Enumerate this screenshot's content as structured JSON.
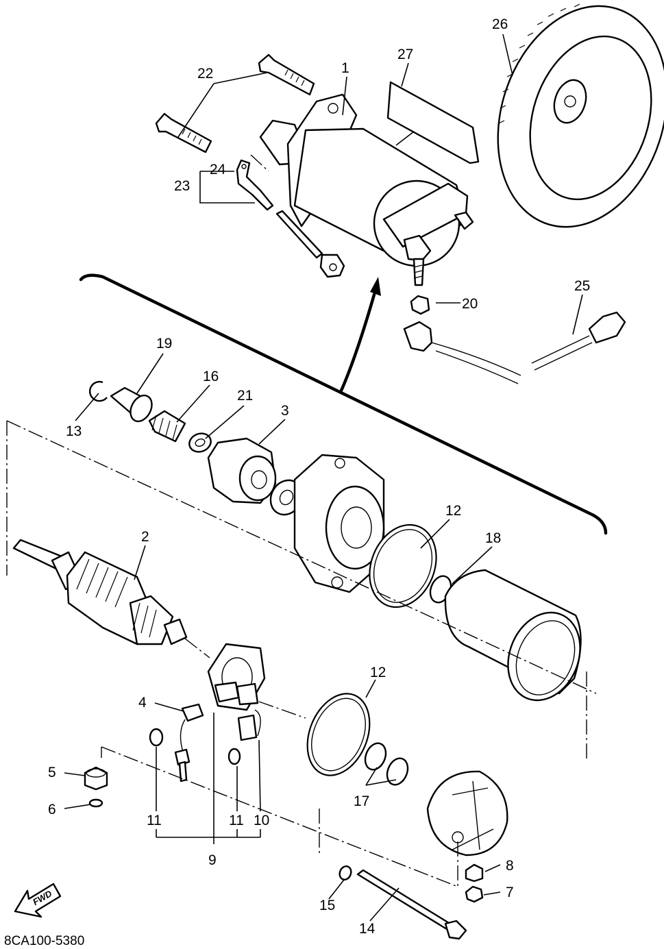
{
  "diagram_code": "8CA100-5380",
  "direction_label": "FWD",
  "callouts": [
    {
      "id": "c1",
      "text": "1"
    },
    {
      "id": "c2",
      "text": "2"
    },
    {
      "id": "c3",
      "text": "3"
    },
    {
      "id": "c4",
      "text": "4"
    },
    {
      "id": "c5",
      "text": "5"
    },
    {
      "id": "c6",
      "text": "6"
    },
    {
      "id": "c7",
      "text": "7"
    },
    {
      "id": "c8",
      "text": "8"
    },
    {
      "id": "c9",
      "text": "9"
    },
    {
      "id": "c10",
      "text": "10"
    },
    {
      "id": "c11a",
      "text": "11"
    },
    {
      "id": "c11b",
      "text": "11"
    },
    {
      "id": "c12a",
      "text": "12"
    },
    {
      "id": "c12b",
      "text": "12"
    },
    {
      "id": "c13",
      "text": "13"
    },
    {
      "id": "c14",
      "text": "14"
    },
    {
      "id": "c15",
      "text": "15"
    },
    {
      "id": "c16",
      "text": "16"
    },
    {
      "id": "c17",
      "text": "17"
    },
    {
      "id": "c18",
      "text": "18"
    },
    {
      "id": "c19",
      "text": "19"
    },
    {
      "id": "c20",
      "text": "20"
    },
    {
      "id": "c21",
      "text": "21"
    },
    {
      "id": "c22",
      "text": "22"
    },
    {
      "id": "c23",
      "text": "23"
    },
    {
      "id": "c24",
      "text": "24"
    },
    {
      "id": "c25",
      "text": "25"
    },
    {
      "id": "c26",
      "text": "26"
    },
    {
      "id": "c27",
      "text": "27"
    }
  ]
}
